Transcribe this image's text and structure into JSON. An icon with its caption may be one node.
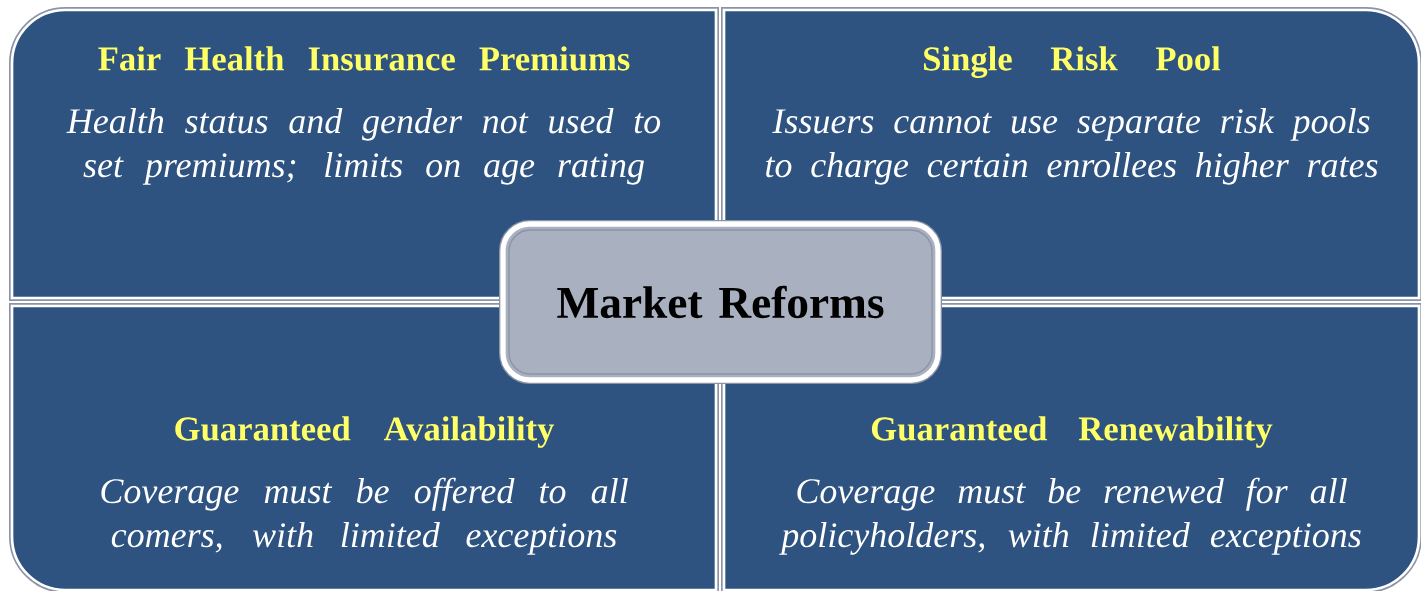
{
  "diagram": {
    "nodes": [
      {
        "text": [
          "Fair Health Insurance Premiums",
          "Health status and gender not used to set premiums; limits on age rating"
        ]
      },
      {
        "text": [
          "Single Risk Pool",
          "Issuers cannot use separate risk pools to charge certain enrollees higher rates"
        ]
      },
      {
        "text": [
          "Market Reforms"
        ]
      },
      {
        "text": [
          "Guaranteed Availability",
          "Coverage must be offered to all comers, with limited exceptions"
        ]
      },
      {
        "text": [
          "Guaranteed Renewability",
          "Coverage must be renewed for all policyholders, with limited exceptions"
        ]
      }
    ]
  }
}
